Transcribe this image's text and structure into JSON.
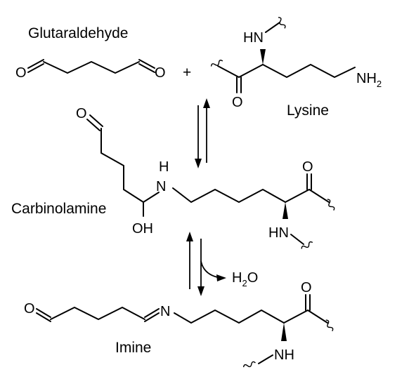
{
  "labels": {
    "glutaraldehyde": "Glutaraldehyde",
    "lysine": "Lysine",
    "carbinolamine": "Carbinolamine",
    "imine": "Imine"
  },
  "reaction": {
    "plus": "+",
    "water": "H",
    "water_sub": "2",
    "water_tail": "O"
  },
  "atoms": {
    "oxygen": "O",
    "nitrogen": "N",
    "hn": "HN",
    "nh": "NH",
    "amine_nh": "NH",
    "amine_sub": "2",
    "hydrogen": "H",
    "hydroxyl": "OH"
  }
}
